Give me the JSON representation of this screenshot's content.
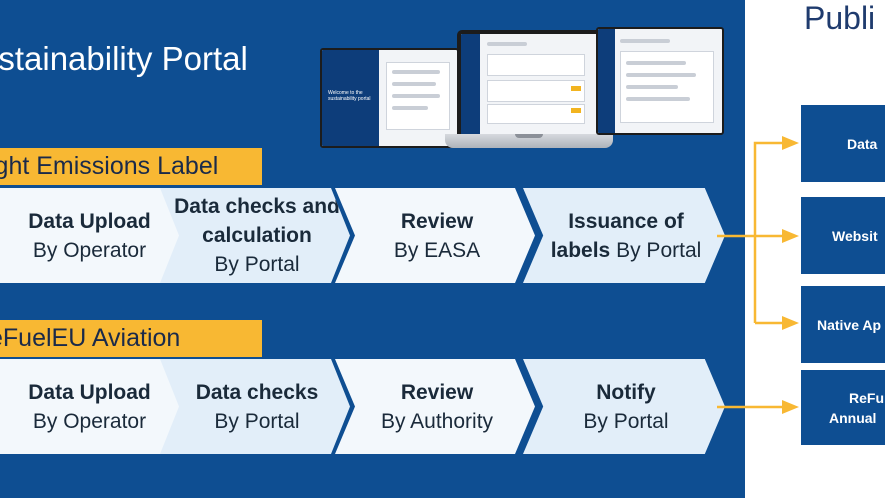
{
  "portal": {
    "title": "ustainability Portal"
  },
  "publish": {
    "title": "Publi"
  },
  "mockup": {
    "welcome_text": "Welcome to the sustainability portal"
  },
  "flows": [
    {
      "label": "ight Emissions Label",
      "steps": [
        {
          "bold": "Data Upload",
          "normal": "By Operator"
        },
        {
          "bold": "Data checks and calculation",
          "normal": "By Portal"
        },
        {
          "bold": "Review",
          "normal": "By EASA"
        },
        {
          "bold": "Issuance of labels",
          "normal": "By Portal"
        }
      ]
    },
    {
      "label": "eFuelEU Aviation",
      "steps": [
        {
          "bold": "Data Upload",
          "normal": "By Operator"
        },
        {
          "bold": "Data checks",
          "normal": "By Portal"
        },
        {
          "bold": "Review",
          "normal": "By Authority"
        },
        {
          "bold": "Notify",
          "normal": "By Portal"
        }
      ]
    }
  ],
  "publish_targets": [
    {
      "line1": "Data"
    },
    {
      "line1": "Websit"
    },
    {
      "line1": "Native Ap"
    },
    {
      "line1": "ReFu",
      "line2": "Annual"
    }
  ],
  "colors": {
    "panel": "#0e4e92",
    "label": "#f8b833",
    "arrow": "#f8b833",
    "chevron_light": "#f3f8fc",
    "chevron_alt": "#e2eef9"
  }
}
